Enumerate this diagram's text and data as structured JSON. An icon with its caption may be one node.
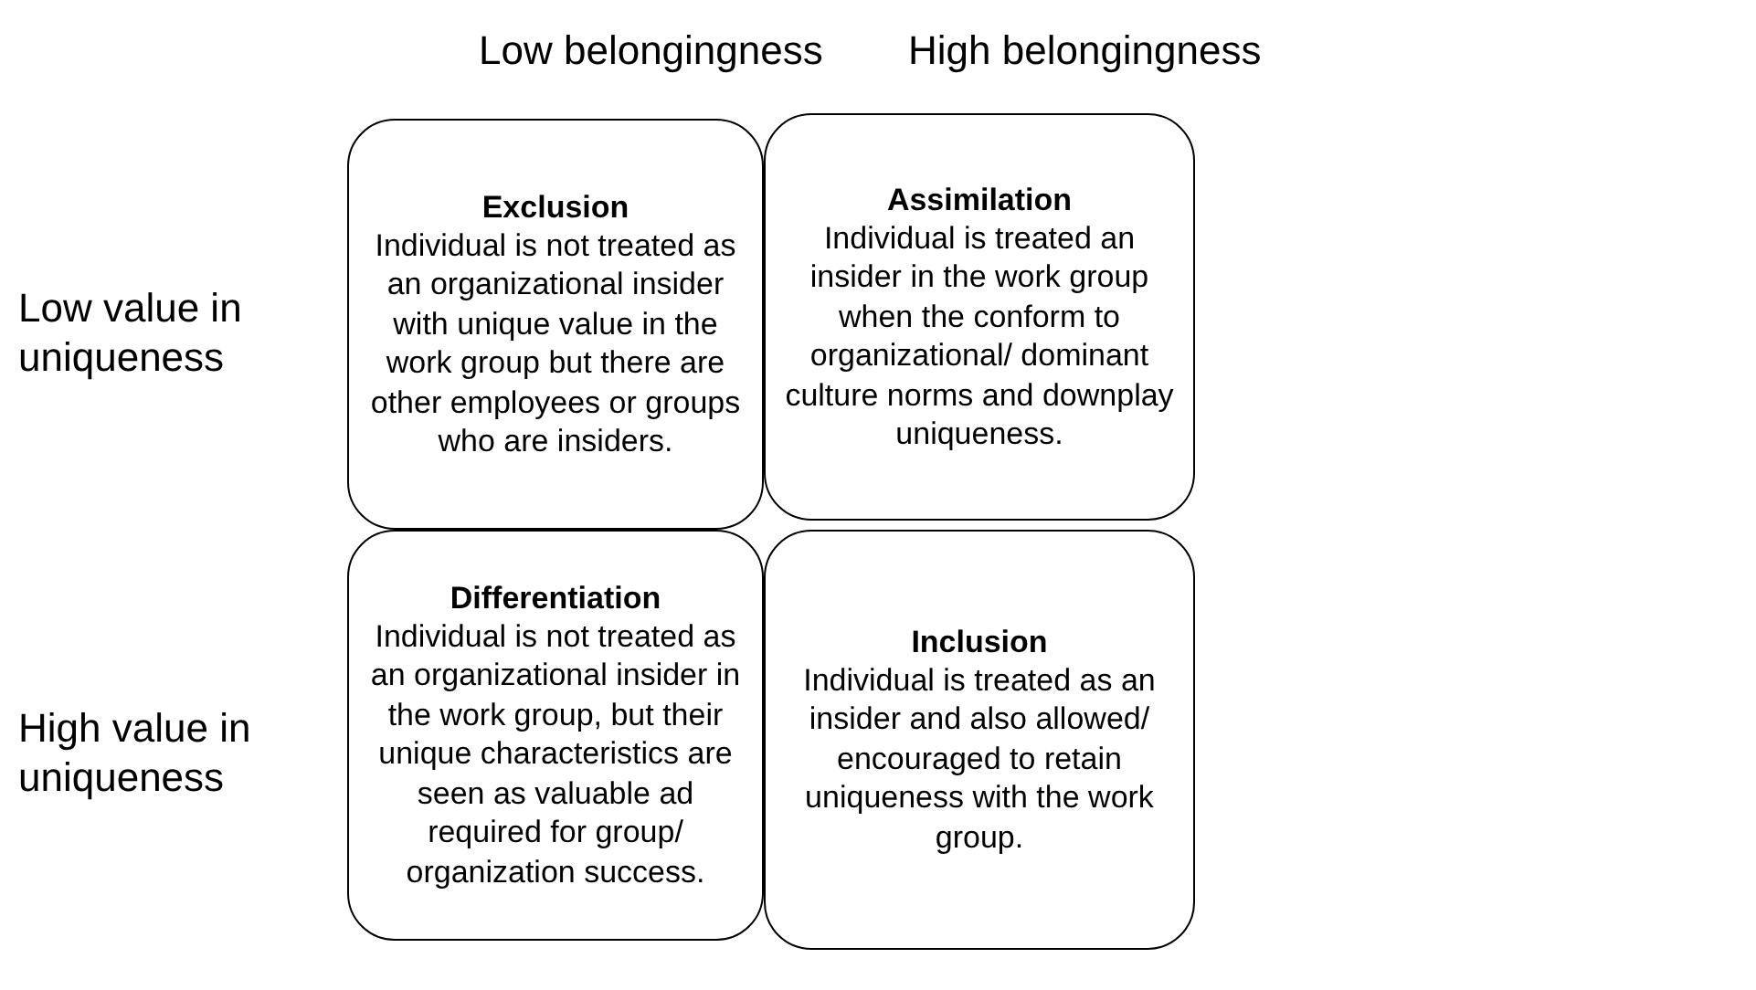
{
  "diagram": {
    "nodes": [
      {
        "text": [
          "Exclusion",
          "Individual is not treated as an organizational insider with unique value in the work group but there are other employees or groups who are insiders."
        ]
      },
      {
        "text": [
          "Assimilation",
          "Individual is treated an insider in the work group when the conform to organizational/ dominant culture norms and downplay uniqueness."
        ]
      },
      {
        "text": [
          "Differentiation",
          "Individual is not treated as an organizational insider in the work group, but their unique characteristics are seen as valuable ad required for group/ organization success."
        ]
      },
      {
        "text": [
          "Inclusion",
          "Individual is treated as an insider and also allowed/ encouraged to retain uniqueness with the work group."
        ]
      }
    ],
    "labels": [
      "Low belongingness",
      "High belongingness",
      "Low value in uniqueness",
      "High value in uniqueness"
    ]
  }
}
